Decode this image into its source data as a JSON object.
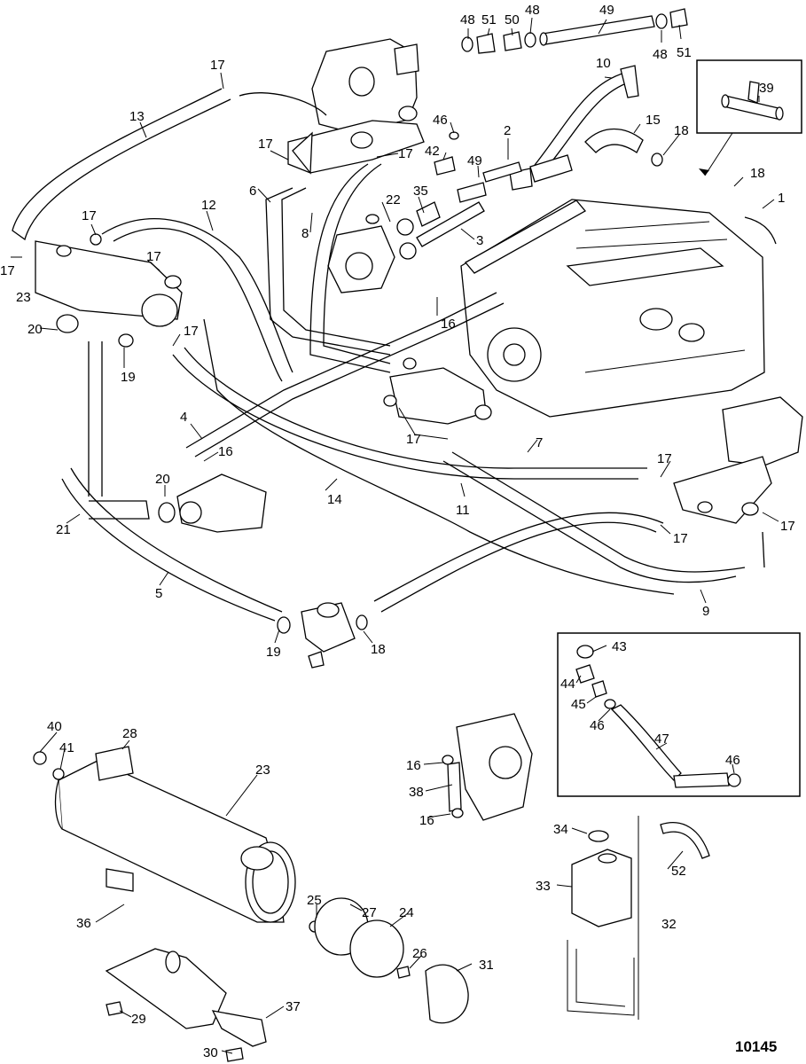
{
  "figure_number": "10145",
  "callouts": [
    {
      "id": "c48a",
      "text": "48"
    },
    {
      "id": "c51a",
      "text": "51"
    },
    {
      "id": "c50",
      "text": "50"
    },
    {
      "id": "c48b",
      "text": "48"
    },
    {
      "id": "c49a",
      "text": "49"
    },
    {
      "id": "c48c",
      "text": "48"
    },
    {
      "id": "c51b",
      "text": "51"
    },
    {
      "id": "c10",
      "text": "10"
    },
    {
      "id": "c39",
      "text": "39"
    },
    {
      "id": "c17a",
      "text": "17"
    },
    {
      "id": "c13",
      "text": "13"
    },
    {
      "id": "c46a",
      "text": "46"
    },
    {
      "id": "c2",
      "text": "2"
    },
    {
      "id": "c15",
      "text": "15"
    },
    {
      "id": "c18a",
      "text": "18"
    },
    {
      "id": "c17b",
      "text": "17"
    },
    {
      "id": "c17c",
      "text": "17"
    },
    {
      "id": "c42",
      "text": "42"
    },
    {
      "id": "c49b",
      "text": "49"
    },
    {
      "id": "c18b",
      "text": "18"
    },
    {
      "id": "c1",
      "text": "1"
    },
    {
      "id": "c6",
      "text": "6"
    },
    {
      "id": "c22",
      "text": "22"
    },
    {
      "id": "c35",
      "text": "35"
    },
    {
      "id": "c12",
      "text": "12"
    },
    {
      "id": "c17d",
      "text": "17"
    },
    {
      "id": "c8",
      "text": "8"
    },
    {
      "id": "c3",
      "text": "3"
    },
    {
      "id": "c17e",
      "text": "17"
    },
    {
      "id": "c17f",
      "text": "17"
    },
    {
      "id": "c23a",
      "text": "23"
    },
    {
      "id": "c16a",
      "text": "16"
    },
    {
      "id": "c20a",
      "text": "20"
    },
    {
      "id": "c17g",
      "text": "17"
    },
    {
      "id": "c19a",
      "text": "19"
    },
    {
      "id": "c4",
      "text": "4"
    },
    {
      "id": "c17h",
      "text": "17"
    },
    {
      "id": "c7",
      "text": "7"
    },
    {
      "id": "c16b",
      "text": "16"
    },
    {
      "id": "c20b",
      "text": "20"
    },
    {
      "id": "c17i",
      "text": "17"
    },
    {
      "id": "c14",
      "text": "14"
    },
    {
      "id": "c11",
      "text": "11"
    },
    {
      "id": "c21",
      "text": "21"
    },
    {
      "id": "c17j",
      "text": "17"
    },
    {
      "id": "c17k",
      "text": "17"
    },
    {
      "id": "c5",
      "text": "5"
    },
    {
      "id": "c9",
      "text": "9"
    },
    {
      "id": "c19b",
      "text": "19"
    },
    {
      "id": "c18c",
      "text": "18"
    },
    {
      "id": "c43",
      "text": "43"
    },
    {
      "id": "c44",
      "text": "44"
    },
    {
      "id": "c45",
      "text": "45"
    },
    {
      "id": "c46b",
      "text": "46"
    },
    {
      "id": "c47",
      "text": "47"
    },
    {
      "id": "c46c",
      "text": "46"
    },
    {
      "id": "c40",
      "text": "40"
    },
    {
      "id": "c28",
      "text": "28"
    },
    {
      "id": "c41",
      "text": "41"
    },
    {
      "id": "c23b",
      "text": "23"
    },
    {
      "id": "c16c",
      "text": "16"
    },
    {
      "id": "c38",
      "text": "38"
    },
    {
      "id": "c16d",
      "text": "16"
    },
    {
      "id": "c34",
      "text": "34"
    },
    {
      "id": "c52",
      "text": "52"
    },
    {
      "id": "c33",
      "text": "33"
    },
    {
      "id": "c32",
      "text": "32"
    },
    {
      "id": "c27",
      "text": "27"
    },
    {
      "id": "c25",
      "text": "25"
    },
    {
      "id": "c24",
      "text": "24"
    },
    {
      "id": "c36",
      "text": "36"
    },
    {
      "id": "c26",
      "text": "26"
    },
    {
      "id": "c31",
      "text": "31"
    },
    {
      "id": "c37",
      "text": "37"
    },
    {
      "id": "c29",
      "text": "29"
    },
    {
      "id": "c30",
      "text": "30"
    }
  ]
}
